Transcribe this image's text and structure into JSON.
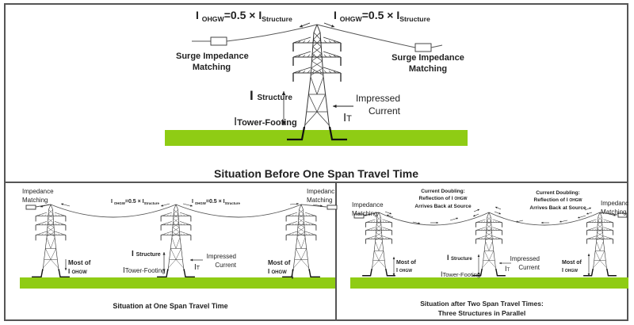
{
  "top_panel": {
    "caption": "Situation Before One Span Travel Time",
    "formula_left": {
      "main": "I",
      "sub": "OHGW",
      "rhs": "=0.5 × I",
      "rhs_sub": "Structure"
    },
    "formula_right": {
      "main": "I",
      "sub": "OHGW",
      "rhs": "=0.5 × I",
      "rhs_sub": "Structure"
    },
    "surge_left": [
      "Surge Impedance",
      "Matching"
    ],
    "surge_right": [
      "Surge Impedance",
      "Matching"
    ],
    "i_structure": {
      "main": "I",
      "sub": "Structure"
    },
    "i_tower_footing": {
      "main": "I",
      "sub": "Tower-Footing"
    },
    "impressed_current": [
      "Impressed",
      "Current"
    ],
    "i_t": {
      "main": "I",
      "sub": "T"
    }
  },
  "bottom_left_panel": {
    "caption": "Situation at One Span Travel Time",
    "impedance_left": [
      "Impedance",
      "Matching"
    ],
    "impedance_right": [
      "Impedanc",
      "Matching"
    ],
    "formula_left": {
      "main": "I",
      "sub": "OHGW",
      "rhs": "=0.5 × I",
      "rhs_sub": "Structure"
    },
    "formula_right": {
      "main": "I",
      "sub": "OHGW",
      "rhs": "=0.5 × I",
      "rhs_sub": "Structure"
    },
    "most_of_left": {
      "line1": "Most of",
      "main": "I",
      "sub": "OHGW"
    },
    "most_of_right": {
      "line1": "Most of",
      "main": "I",
      "sub": "OHGW"
    },
    "i_structure": {
      "main": "I",
      "sub": "Structure"
    },
    "i_tower_footing": {
      "main": "I",
      "sub": "Tower-Footing"
    },
    "impressed_current": [
      "Impressed",
      "Current"
    ],
    "i_t": {
      "main": "I",
      "sub": "T"
    }
  },
  "bottom_right_panel": {
    "caption_line1": "Situation after Two Span Travel Times:",
    "caption_line2": "Three Structures in Parallel",
    "impedance_left": [
      "Impedance",
      "Matching"
    ],
    "impedance_right": [
      "Impedanc",
      "Matching"
    ],
    "doubling_left": {
      "line1": "Current Doubling:",
      "line2": "Reflection of I",
      "line2_sub": "OHGW",
      "line3": "Arrives Back at Source"
    },
    "doubling_right": {
      "line1": "Current Doubling:",
      "line2": "Reflection of I",
      "line2_sub": "OHGW",
      "line3": "Arrives Back at Source"
    },
    "most_of_left": {
      "line1": "Most of",
      "main": "I",
      "sub": "OHGW"
    },
    "most_of_right": {
      "line1": "Most of",
      "main": "I",
      "sub": "OHGW"
    },
    "i_structure": {
      "main": "I",
      "sub": "Structure"
    },
    "i_tower_footing": {
      "main": "I",
      "sub": "Tower-Footing"
    },
    "impressed_current": [
      "Impressed",
      "Current"
    ],
    "i_t": {
      "main": "I",
      "sub": "T"
    }
  },
  "colors": {
    "ground": "#8fcc14",
    "line": "#555555",
    "border": "#555555",
    "tower": "#333333"
  }
}
